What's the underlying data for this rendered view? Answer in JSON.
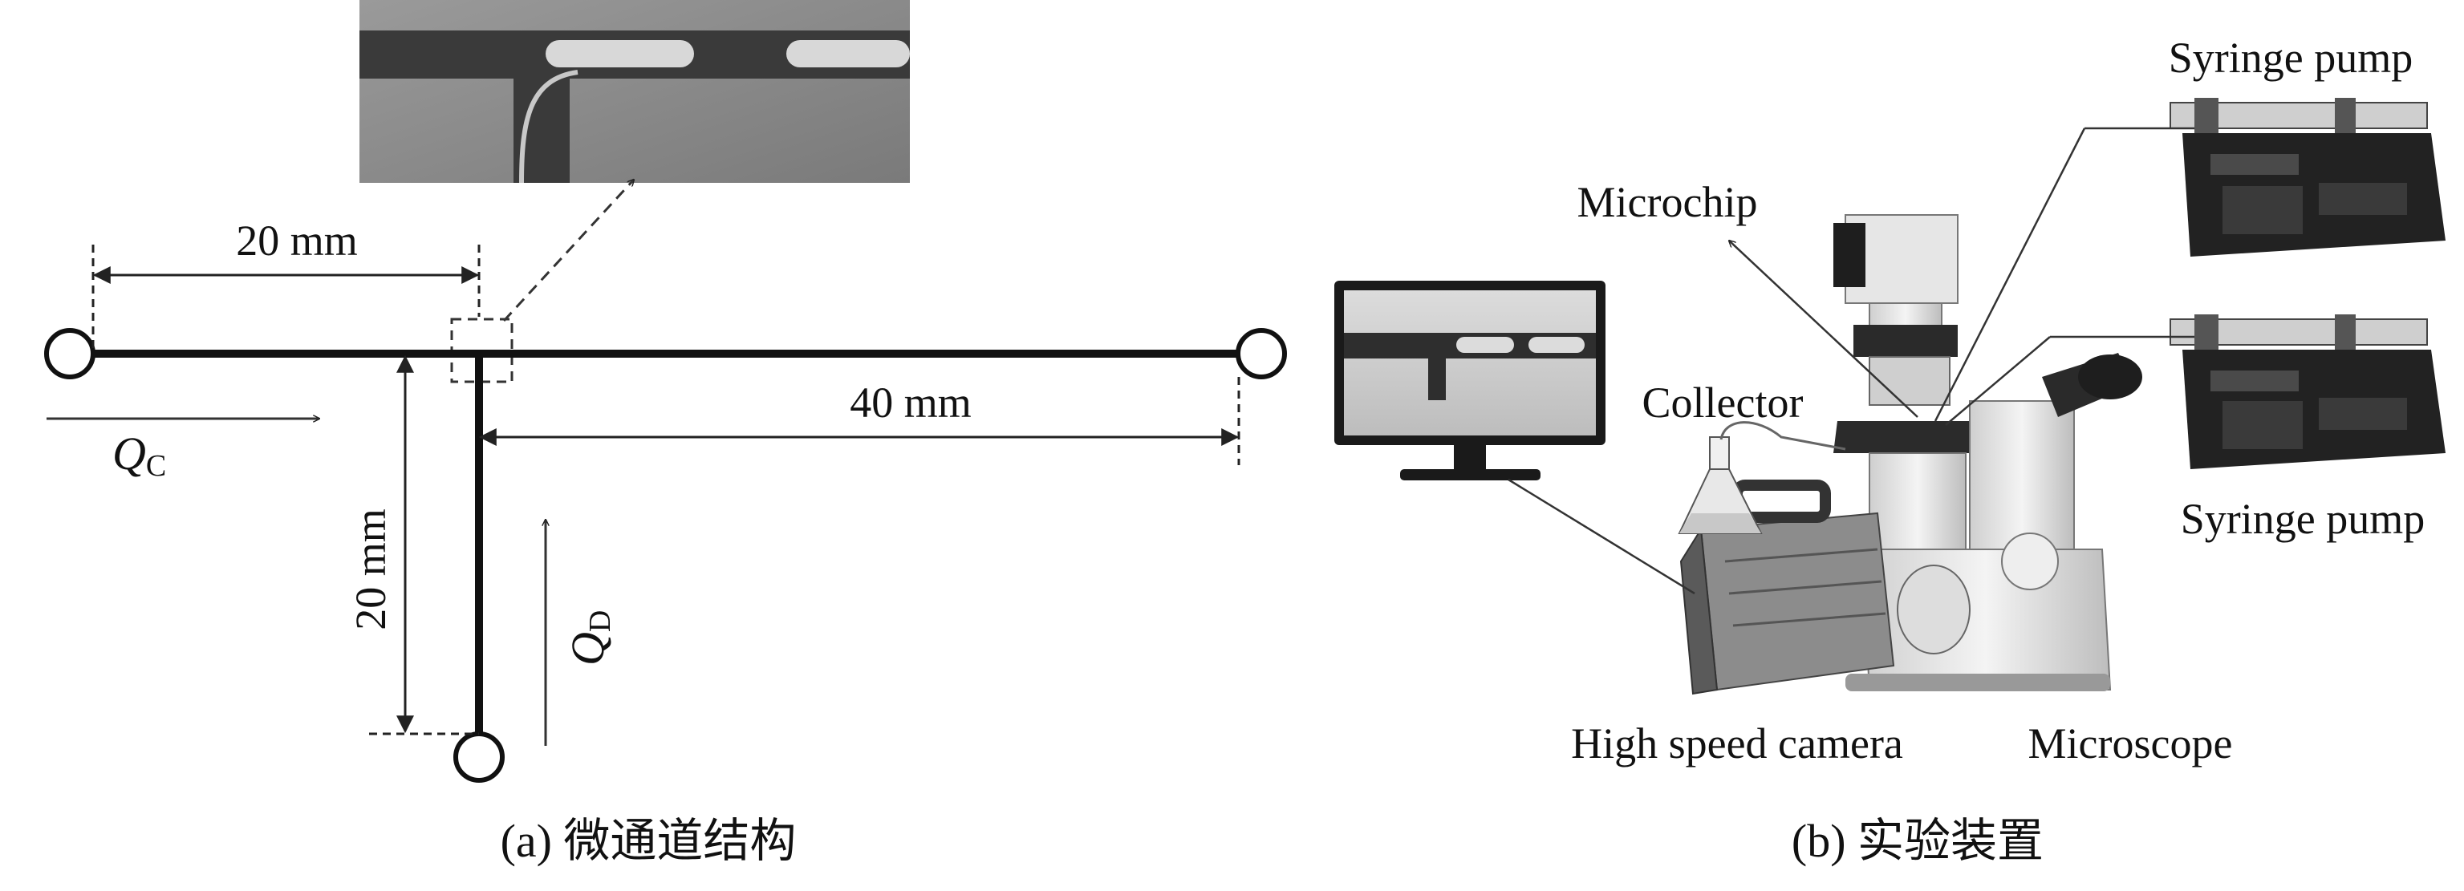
{
  "panel_a": {
    "caption": "(a) 微通道结构",
    "dim_top": "20 mm",
    "dim_right": "40 mm",
    "dim_vertical": "20 mm",
    "flow_continuous": {
      "symbol": "Q",
      "subscript": "C"
    },
    "flow_dispersed": {
      "symbol": "Q",
      "subscript": "D"
    }
  },
  "panel_b": {
    "caption": "(b) 实验装置",
    "labels": {
      "syringe_pump_top": "Syringe pump",
      "syringe_pump_bottom": "Syringe pump",
      "microchip": "Microchip",
      "collector": "Collector",
      "high_speed_camera": "High speed camera",
      "microscope": "Microscope"
    }
  },
  "colors": {
    "line": "#111111",
    "photo_gray": "#8a8a8a",
    "device_dark": "#1e1e1e"
  }
}
